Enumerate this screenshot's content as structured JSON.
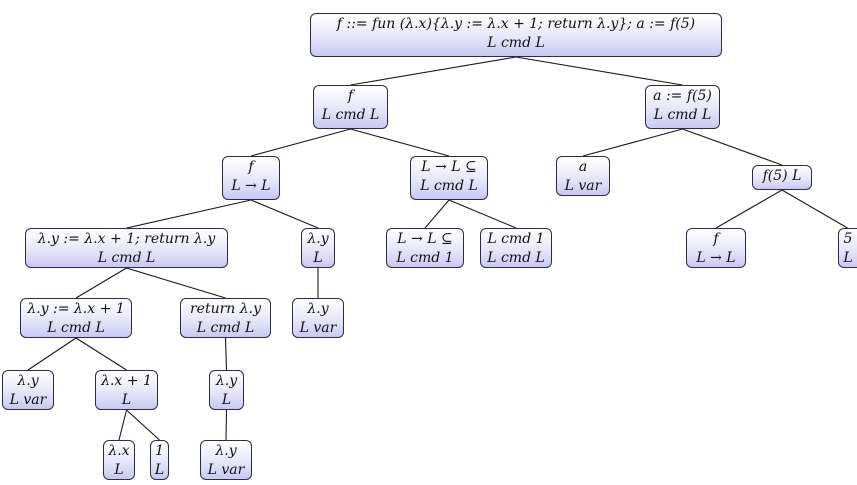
{
  "diagram": {
    "nodes": [
      {
        "id": "n-root",
        "line1": "f ::= fun (λ.x){λ.y := λ.x + 1; return λ.y};  a := f(5)",
        "line2": "L cmd L"
      },
      {
        "id": "n-f",
        "line1": "f",
        "line2": "L cmd L"
      },
      {
        "id": "n-a",
        "line1": "a := f(5)",
        "line2": "L cmd L"
      },
      {
        "id": "n-f2",
        "line1": "f",
        "line2": "L → L"
      },
      {
        "id": "n-lsub",
        "line1": "L → L ⊆",
        "line2": "L cmd L"
      },
      {
        "id": "n-avar",
        "line1": "a",
        "line2": "L var"
      },
      {
        "id": "n-f5",
        "line1": "f(5) L",
        "line2": ""
      },
      {
        "id": "n-body",
        "line1": "λ.y := λ.x + 1; return λ.y",
        "line2": "L cmd L"
      },
      {
        "id": "n-ly",
        "line1": "λ.y",
        "line2": "L"
      },
      {
        "id": "n-lsub1",
        "line1": "L → L ⊆",
        "line2": "L cmd 1"
      },
      {
        "id": "n-lcmd1",
        "line1": "L cmd 1",
        "line2": "L cmd L"
      },
      {
        "id": "n-f3",
        "line1": "f",
        "line2": "L → L"
      },
      {
        "id": "n-5",
        "line1": "5",
        "line2": "L"
      },
      {
        "id": "n-assign",
        "line1": "λ.y := λ.x + 1",
        "line2": "L cmd L"
      },
      {
        "id": "n-return",
        "line1": "return λ.y",
        "line2": "L cmd L"
      },
      {
        "id": "n-lyvar",
        "line1": "λ.y",
        "line2": "L var"
      },
      {
        "id": "n-lyvar2",
        "line1": "λ.y",
        "line2": "L var"
      },
      {
        "id": "n-lx1",
        "line1": "λ.x + 1",
        "line2": "L"
      },
      {
        "id": "n-ly2",
        "line1": "λ.y",
        "line2": "L"
      },
      {
        "id": "n-lx",
        "line1": "λ.x",
        "line2": "L"
      },
      {
        "id": "n-one",
        "line1": "1",
        "line2": "L"
      },
      {
        "id": "n-lyvar3",
        "line1": "λ.y",
        "line2": "L var"
      }
    ],
    "edges": [
      [
        "n-root",
        "n-f"
      ],
      [
        "n-root",
        "n-a"
      ],
      [
        "n-f",
        "n-f2"
      ],
      [
        "n-f",
        "n-lsub"
      ],
      [
        "n-a",
        "n-avar"
      ],
      [
        "n-a",
        "n-f5"
      ],
      [
        "n-f2",
        "n-body"
      ],
      [
        "n-f2",
        "n-ly"
      ],
      [
        "n-lsub",
        "n-lsub1"
      ],
      [
        "n-lsub",
        "n-lcmd1"
      ],
      [
        "n-f5",
        "n-f3"
      ],
      [
        "n-f5",
        "n-5"
      ],
      [
        "n-body",
        "n-assign"
      ],
      [
        "n-body",
        "n-return"
      ],
      [
        "n-ly",
        "n-lyvar2"
      ],
      [
        "n-assign",
        "n-lyvar"
      ],
      [
        "n-assign",
        "n-lx1"
      ],
      [
        "n-return",
        "n-ly2"
      ],
      [
        "n-lx1",
        "n-lx"
      ],
      [
        "n-lx1",
        "n-one"
      ],
      [
        "n-ly2",
        "n-lyvar3"
      ]
    ]
  }
}
